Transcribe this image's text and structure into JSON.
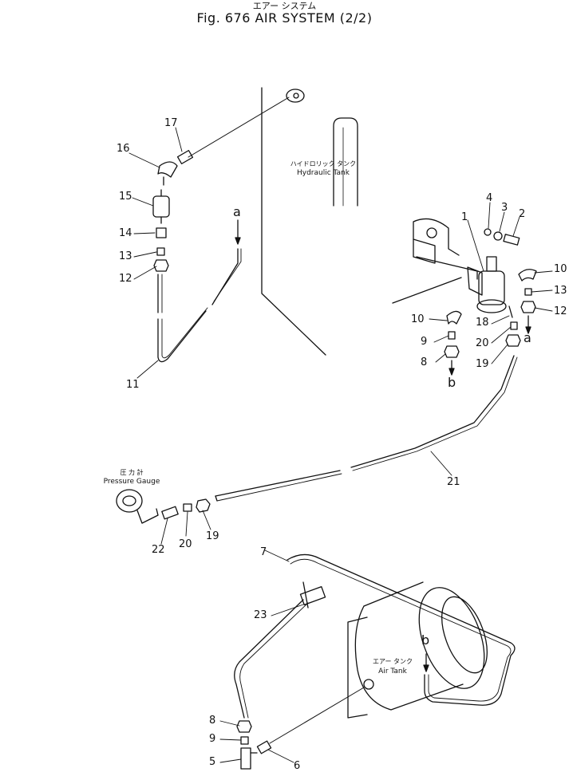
{
  "title": {
    "jp": "エアー システム",
    "en": "Fig. 676 AIR SYSTEM (2/2)"
  },
  "labels": {
    "hydraulic_tank_jp": "ハイドロリック タンク",
    "hydraulic_tank_en": "Hydraulic Tank",
    "pressure_gauge_jp": "圧 力 計",
    "pressure_gauge_en": "Pressure Gauge",
    "air_tank_jp": "エアー タンク",
    "air_tank_en": "Air Tank"
  },
  "callouts": {
    "n1": "1",
    "n2": "2",
    "n3": "3",
    "n4": "4",
    "n5": "5",
    "n6": "6",
    "n7": "7",
    "n8a": "8",
    "n8b": "8",
    "n9a": "9",
    "n9b": "9",
    "n10a": "10",
    "n10b": "10",
    "n11": "11",
    "n12a": "12",
    "n12b": "12",
    "n13a": "13",
    "n13b": "13",
    "n14": "14",
    "n15": "15",
    "n16": "16",
    "n17": "17",
    "n18": "18",
    "n19a": "19",
    "n19b": "19",
    "n20a": "20",
    "n20b": "20",
    "n21": "21",
    "n22": "22",
    "n23": "23"
  },
  "connection_letters": {
    "a_top": "a",
    "a_right": "a",
    "b_mid": "b",
    "b_bottom": "b"
  }
}
